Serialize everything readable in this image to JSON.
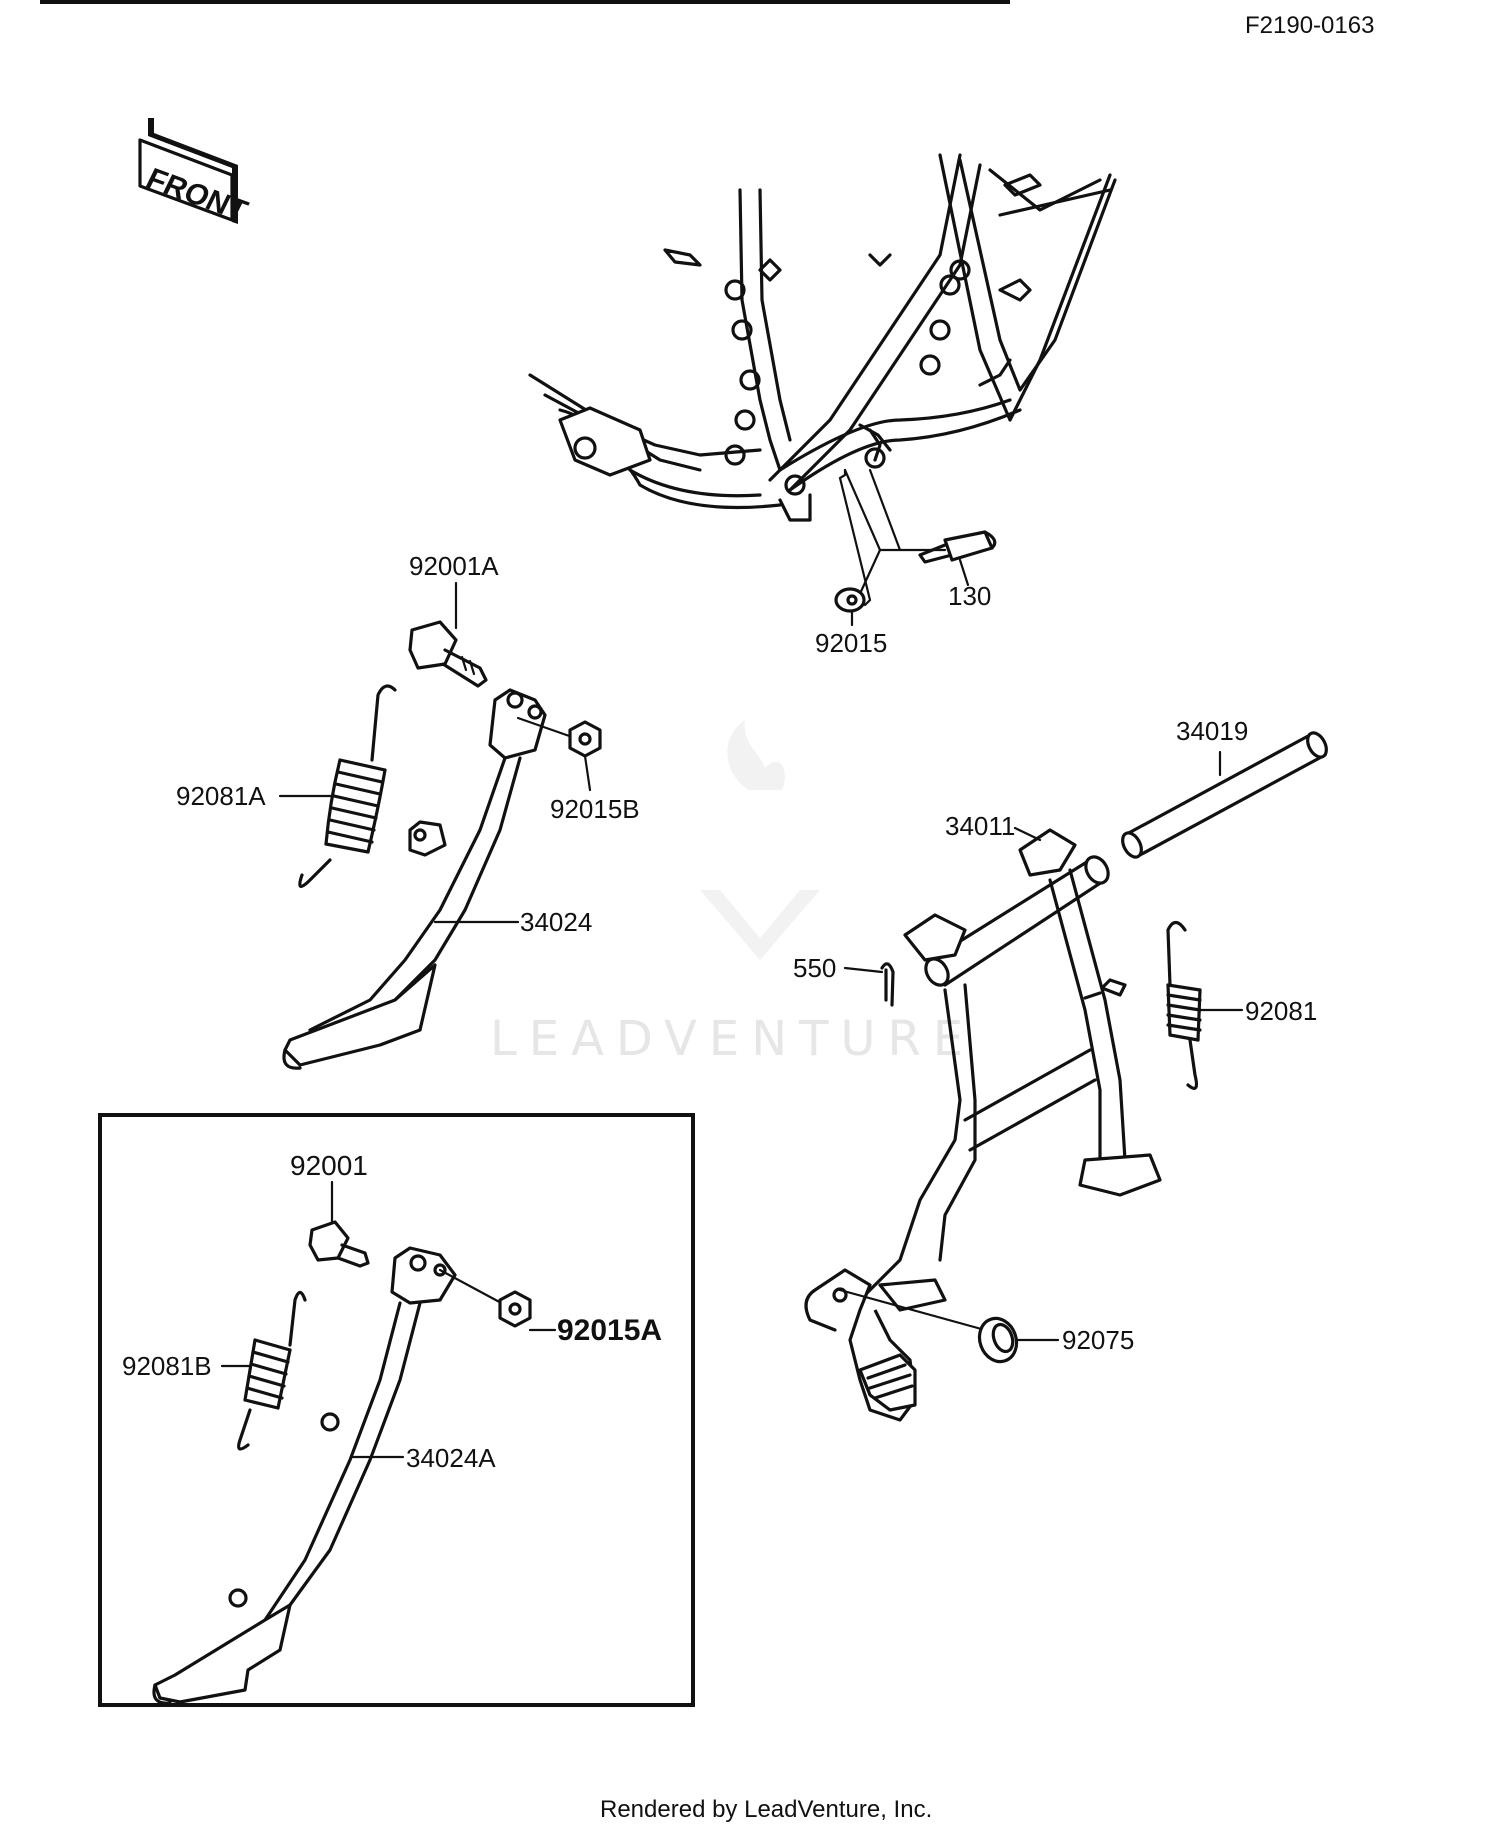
{
  "diagram_id": "F2190-0163",
  "front_marker": "FRONT",
  "watermark": "LEADVENTURE",
  "footer": "Rendered by LeadVenture, Inc.",
  "callouts": {
    "p130": "130",
    "p92015": "92015",
    "p92001A": "92001A",
    "p92081A": "92081A",
    "p92015B": "92015B",
    "p34024": "34024",
    "p34019": "34019",
    "p34011": "34011",
    "p550": "550",
    "p92081": "92081",
    "p92001": "92001",
    "p92015A": "92015A",
    "p92081B": "92081B",
    "p34024A": "34024A",
    "p92075": "92075"
  }
}
